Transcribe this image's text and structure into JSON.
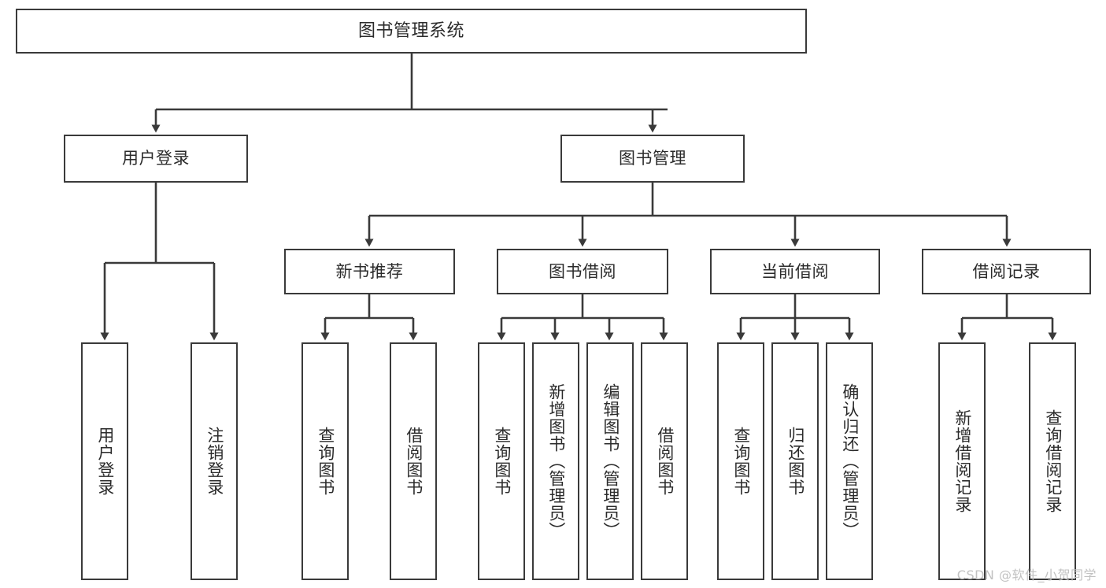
{
  "diagram": {
    "type": "tree",
    "title": "图书管理系统",
    "background_color": "#ffffff",
    "border_color": "#3a3a3a",
    "text_color": "#2b2b2b",
    "root": {
      "label": "图书管理系统"
    },
    "level1": [
      {
        "label": "用户登录"
      },
      {
        "label": "图书管理"
      }
    ],
    "level2": [
      {
        "label": "新书推荐"
      },
      {
        "label": "图书借阅"
      },
      {
        "label": "当前借阅"
      },
      {
        "label": "借阅记录"
      }
    ],
    "leaves": {
      "user_login": [
        {
          "label": "用户登录"
        },
        {
          "label": "注销登录"
        }
      ],
      "new_book": [
        {
          "label": "查询图书"
        },
        {
          "label": "借阅图书"
        }
      ],
      "book_borrow": [
        {
          "label": "查询图书"
        },
        {
          "label": "新增图书（管理员）"
        },
        {
          "label": "编辑图书（管理员）"
        },
        {
          "label": "借阅图书"
        }
      ],
      "current_borrow": [
        {
          "label": "查询图书"
        },
        {
          "label": "归还图书"
        },
        {
          "label": "确认归还（管理员）"
        }
      ],
      "borrow_record": [
        {
          "label": "新增借阅记录"
        },
        {
          "label": "查询借阅记录"
        }
      ]
    }
  },
  "watermark": {
    "text": "CSDN @软件_小贺同学",
    "color": "#c2c2c2"
  }
}
